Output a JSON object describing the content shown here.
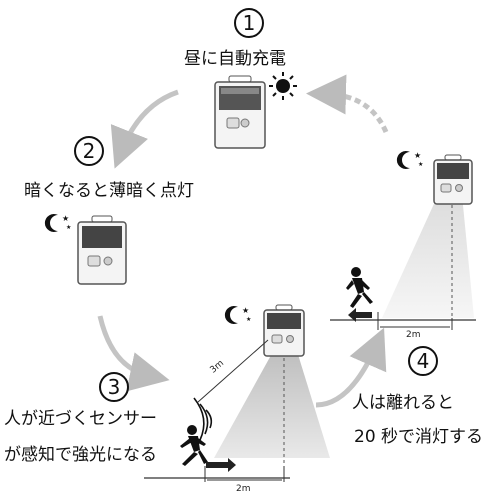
{
  "steps": [
    {
      "number": "1",
      "label": "昼に自動充電"
    },
    {
      "number": "2",
      "label": "暗くなると薄暗く点灯"
    },
    {
      "number": "3",
      "label_line1": "人が近づくセンサー",
      "label_line2": "が感知で強光になる"
    },
    {
      "number": "4",
      "label_line1": "人は離れると",
      "label_line2": "20 秒で消灯する"
    }
  ],
  "measurements": {
    "range_diag": "3m",
    "range_floor_3": "2m",
    "range_floor_4": "2m"
  },
  "icons": [
    "sun-icon",
    "moon-star-icon",
    "running-person-icon",
    "solar-light-icon",
    "sensor-wave-icon",
    "cycle-arrow-icon"
  ]
}
